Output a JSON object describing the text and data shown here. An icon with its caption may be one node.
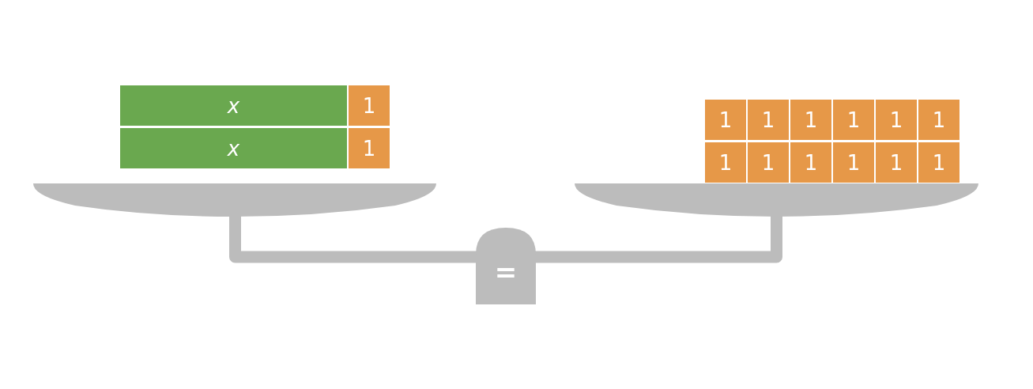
{
  "diagram": {
    "nodes": [
      {
        "text": [
          "x"
        ]
      },
      {
        "text": [
          "1"
        ]
      },
      {
        "text": [
          "x"
        ]
      },
      {
        "text": [
          "1"
        ]
      },
      {
        "text": [
          "1"
        ]
      },
      {
        "text": [
          "1"
        ]
      },
      {
        "text": [
          "1"
        ]
      },
      {
        "text": [
          "1"
        ]
      },
      {
        "text": [
          "1"
        ]
      },
      {
        "text": [
          "1"
        ]
      },
      {
        "text": [
          "1"
        ]
      },
      {
        "text": [
          "1"
        ]
      },
      {
        "text": [
          "1"
        ]
      },
      {
        "text": [
          "1"
        ]
      },
      {
        "text": [
          "1"
        ]
      },
      {
        "text": [
          "1"
        ]
      }
    ],
    "labels": [
      "="
    ]
  }
}
